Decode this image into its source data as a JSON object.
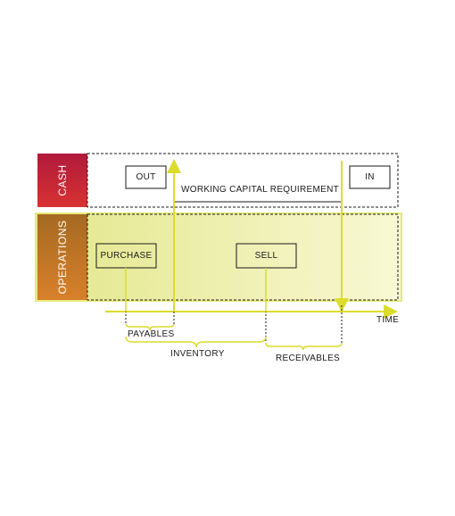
{
  "sections": {
    "cash_label": "CASH",
    "operations_label": "OPERATIONS"
  },
  "cash_row": {
    "out_label": "OUT",
    "in_label": "IN",
    "wcr_label": "WORKING CAPITAL REQUIREMENT"
  },
  "operations_row": {
    "purchase_label": "PURCHASE",
    "sell_label": "SELL"
  },
  "timeline": {
    "time_label": "TIME",
    "payables_label": "PAYABLES",
    "inventory_label": "INVENTORY",
    "receivables_label": "RECEIVABLES"
  },
  "colors": {
    "cash_gradient": [
      "#b5193a",
      "#d63030"
    ],
    "operations_gradient": [
      "#a86a1e",
      "#d8842a"
    ],
    "yellow_line": "#dcdc2c",
    "operations_fill": [
      "#e6ea8a",
      "#f7f7cf"
    ]
  }
}
